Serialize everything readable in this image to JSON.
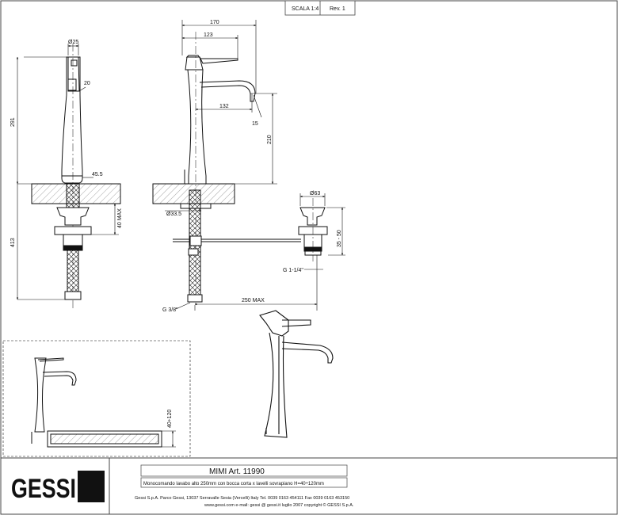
{
  "title_block": {
    "scale": "SCALA 1:4",
    "revision": "Rev. 1",
    "product": "MIMI  Art. 11990",
    "description": "Monocomando lavabo alto 250mm con bocca corta x lavelli sovrapiano H=40÷120mm",
    "address": "Gessi S.p.A. Parco Gessi, 13037 Serravalle Sesia (Vercelli) Italy Tel. 0039 0163 454111 Fax 0039 0163 453150",
    "contact": "www.gessi.com e-mail: gessi @ gessi.it luglio 2007 copyright © GESSI S.p.A.",
    "logo_text": "GESSI"
  },
  "dimensions": {
    "d_170": "170",
    "d_123": "123",
    "d_25": "Ø25",
    "d_20": "20",
    "d_291": "291",
    "d_45_5": "45.5",
    "d_132": "132",
    "d_15": "15",
    "d_210": "210",
    "d_40max": "40 MAX",
    "d_413": "413",
    "d_33_5": "Ø33.5",
    "d_63": "Ø63",
    "d_35_50": "35 - 50",
    "d_g114": "G 1-1/4\"",
    "d_250max": "250 MAX",
    "d_g38": "G 3/8\"",
    "d_40_120": "40÷120"
  }
}
